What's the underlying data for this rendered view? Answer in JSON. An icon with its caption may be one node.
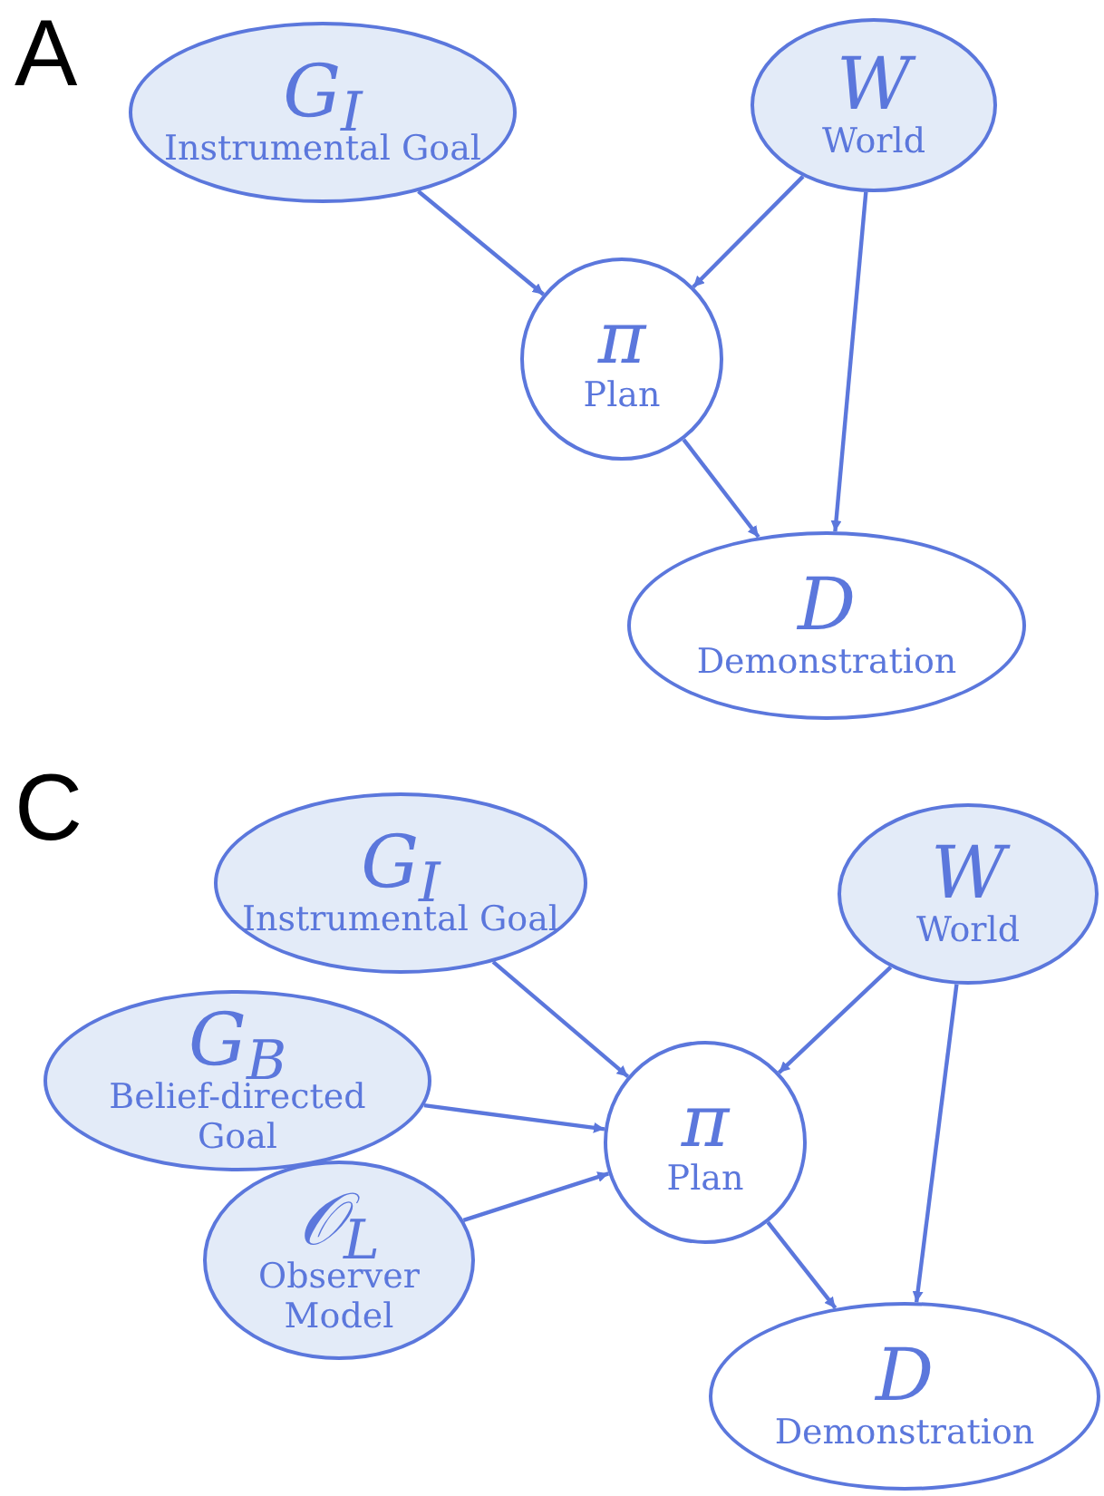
{
  "diagram": {
    "nodes": [
      {
        "text": [
          "G$_{I}$",
          "Instrumental Goal"
        ]
      },
      {
        "text": [
          "W",
          "World"
        ]
      },
      {
        "text": [
          "π",
          "Plan"
        ]
      },
      {
        "text": [
          "D",
          "Demonstration"
        ]
      },
      {
        "text": [
          "G$_{I}$",
          "Instrumental Goal"
        ]
      },
      {
        "text": [
          "W",
          "World"
        ]
      },
      {
        "text": [
          "G$_{B}$",
          "Belief-directed Goal"
        ]
      },
      {
        "text": [
          "𝒪$_{L}$",
          "Observer Model"
        ]
      },
      {
        "text": [
          "π",
          "Plan"
        ]
      },
      {
        "text": [
          "D",
          "Demonstration"
        ]
      }
    ],
    "edges": [
      {
        "from": 0,
        "to": 2,
        "arrow": "to"
      },
      {
        "from": 1,
        "to": 2,
        "arrow": "to"
      },
      {
        "from": 1,
        "to": 3,
        "arrow": "to"
      },
      {
        "from": 2,
        "to": 3,
        "arrow": "to"
      },
      {
        "from": 4,
        "to": 8,
        "arrow": "to"
      },
      {
        "from": 5,
        "to": 8,
        "arrow": "to"
      },
      {
        "from": 6,
        "to": 8,
        "arrow": "to"
      },
      {
        "from": 7,
        "to": 8,
        "arrow": "to"
      },
      {
        "from": 5,
        "to": 9,
        "arrow": "to"
      },
      {
        "from": 8,
        "to": 9,
        "arrow": "to"
      }
    ],
    "labels": [
      "A",
      "C"
    ]
  }
}
